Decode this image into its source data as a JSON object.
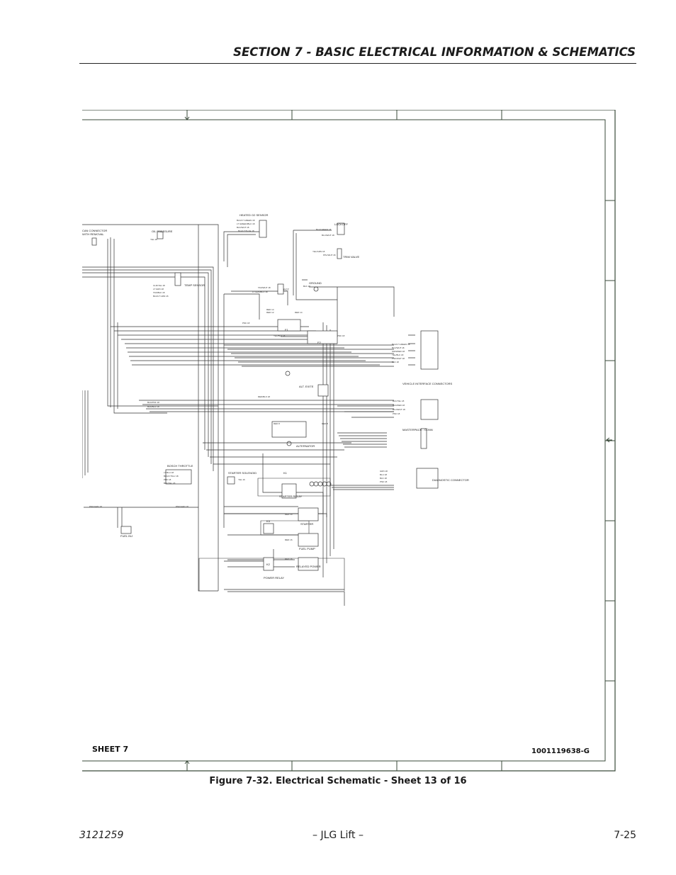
{
  "header": {
    "section_title": "SECTION 7 - BASIC ELECTRICAL INFORMATION & SCHEMATICS"
  },
  "sheet": {
    "label": "SHEET 7",
    "drawing_number": "1001119638-G"
  },
  "schematic": {
    "labels": {
      "heated_o2": "HEATED O2 SENSOR",
      "lockoff": "LOCKOFF",
      "trim_valve": "TRIM VALVE",
      "oil_pressure": "OIL PRESSURE",
      "can_connector": "CAN CONNECTOR",
      "with_removal": "WITH REMOVAL",
      "temp_sensor": "TEMP SENSOR",
      "ground": "GROUND",
      "ect": "ECT",
      "f1": "F1",
      "f2": "F2",
      "vehicle_interface": "VEHICLE INTERFACE CONNECTORS",
      "alt_exite": "ALT. EXITE",
      "alternator": "ALTERNATOR",
      "master_pack": "MASTERPACK - CONN",
      "bosch_throttle": "BOSCH THROTTLE",
      "starter_solenoid": "STARTER SOLENOID",
      "k1": "K1",
      "starter_relay": "STARTER RELAY",
      "diagnostic": "DIAGNOSTIC CONNECTOR",
      "starter": "STARTER",
      "k3": "K3",
      "fuel_pump": "FUEL PUMP",
      "k2": "K2",
      "relayed_power": "RELAYED POWER",
      "power_relay": "POWER RELAY",
      "fuel_inj": "FUEL INJ"
    }
  },
  "caption": "Figure 7-32.  Electrical Schematic - Sheet 13 of 16",
  "footer": {
    "doc_number": "3121259",
    "publisher": "– JLG Lift –",
    "page": "7-25"
  }
}
